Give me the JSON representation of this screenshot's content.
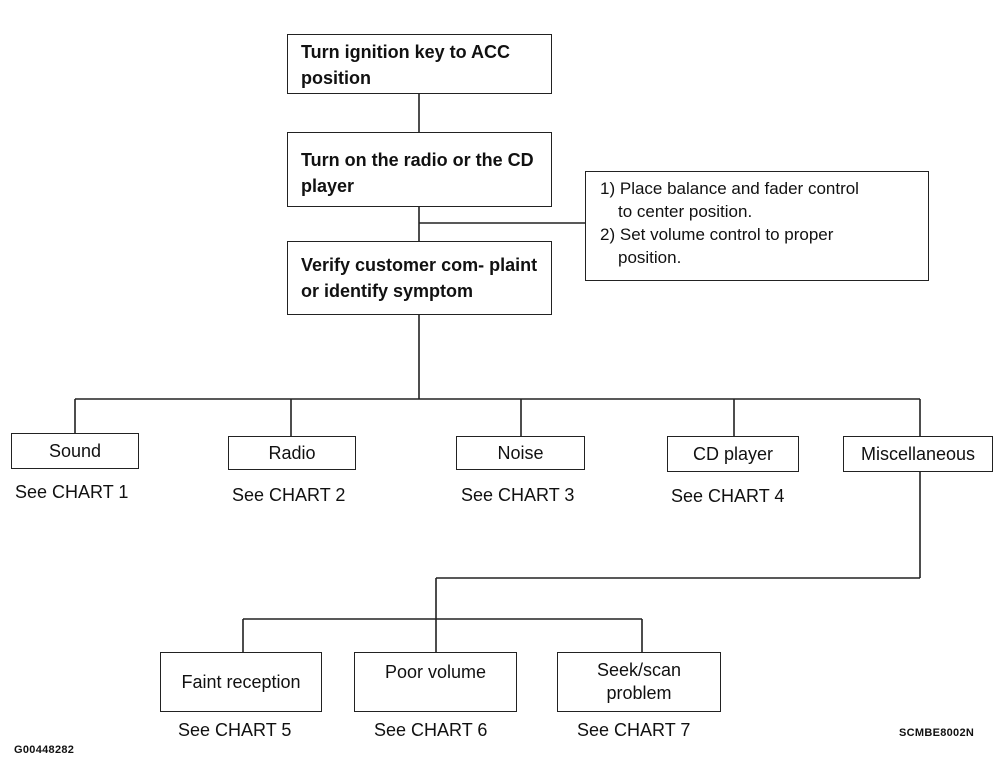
{
  "steps": [
    {
      "label": "Turn ignition key to ACC position"
    },
    {
      "label": "Turn on the radio or the CD player"
    },
    {
      "label": "Verify customer com- plaint  or identify symptom"
    }
  ],
  "note": {
    "items": [
      {
        "num": "1)",
        "text": "Place balance and fader control",
        "cont": "to center position."
      },
      {
        "num": "2)",
        "text": "Set volume control to proper",
        "cont": "position."
      }
    ]
  },
  "categories": [
    {
      "label": "Sound",
      "ref": "See CHART 1"
    },
    {
      "label": "Radio",
      "ref": "See CHART 2"
    },
    {
      "label": "Noise",
      "ref": "See CHART 3"
    },
    {
      "label": "CD player",
      "ref": "See CHART 4"
    },
    {
      "label": "Miscellaneous",
      "ref": ""
    }
  ],
  "misc_items": [
    {
      "label": "Faint reception",
      "ref": "See CHART 5"
    },
    {
      "label": "Poor volume",
      "ref": "See CHART 6"
    },
    {
      "label": "Seek/scan problem",
      "ref": "See CHART 7"
    }
  ],
  "codes": {
    "left": "G00448282",
    "right": "SCMBE8002N"
  }
}
